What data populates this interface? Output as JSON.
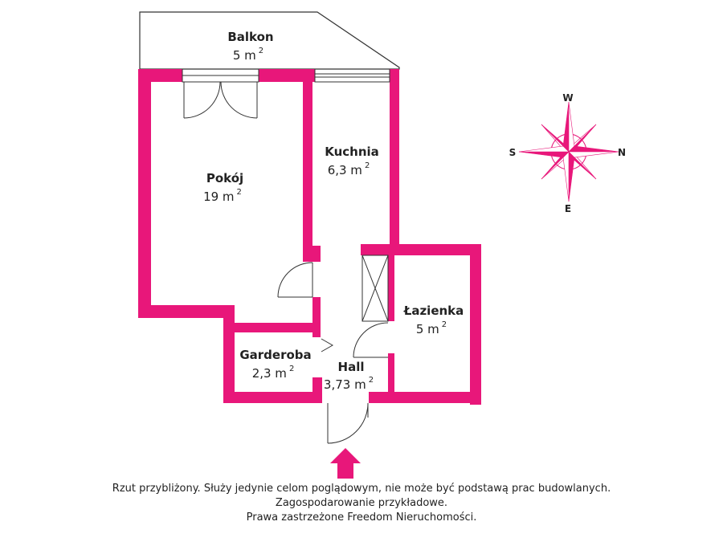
{
  "rooms": {
    "balkon": {
      "name": "Balkon",
      "area": "5 m",
      "unit_exp": "2"
    },
    "pokoj": {
      "name": "Pokój",
      "area": "19 m",
      "unit_exp": "2"
    },
    "kuchnia": {
      "name": "Kuchnia",
      "area": "6,3 m",
      "unit_exp": "2"
    },
    "lazienka": {
      "name": "Łazienka",
      "area": "5 m",
      "unit_exp": "2"
    },
    "garderoba": {
      "name": "Garderoba",
      "area": "2,3 m",
      "unit_exp": "2"
    },
    "hall": {
      "name": "Hall",
      "area": "3,73 m",
      "unit_exp": "2"
    }
  },
  "compass": {
    "top": "W",
    "left": "S",
    "right": "N",
    "bottom": "E"
  },
  "disclaimer": [
    "Rzut przybliżony. Służy jedynie celom poglądowym, nie może być podstawą prac budowlanych.",
    "Zagospodarowanie przykładowe.",
    "Prawa zastrzeżone Freedom Nieruchomości."
  ],
  "colors": {
    "wall": "#e8177a",
    "line": "#333333"
  }
}
